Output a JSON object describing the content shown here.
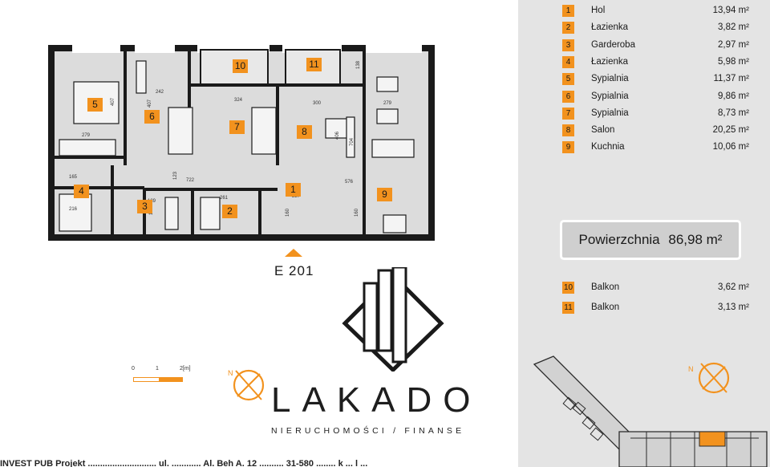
{
  "rooms": [
    {
      "num": "1",
      "name": "Hol",
      "area": "13,94 m²"
    },
    {
      "num": "2",
      "name": "Łazienka",
      "area": "3,82 m²"
    },
    {
      "num": "3",
      "name": "Garderoba",
      "area": "2,97 m²"
    },
    {
      "num": "4",
      "name": "Łazienka",
      "area": "5,98 m²"
    },
    {
      "num": "5",
      "name": "Sypialnia",
      "area": "11,37 m²"
    },
    {
      "num": "6",
      "name": "Sypialnia",
      "area": "9,86 m²"
    },
    {
      "num": "7",
      "name": "Sypialnia",
      "area": "8,73 m²"
    },
    {
      "num": "8",
      "name": "Salon",
      "area": "20,25 m²"
    },
    {
      "num": "9",
      "name": "Kuchnia",
      "area": "10,06 m²"
    }
  ],
  "total": {
    "label": "Powierzchnia",
    "value": "86,98 m²"
  },
  "balconies": [
    {
      "num": "10",
      "name": "Balkon",
      "area": "3,62 m²"
    },
    {
      "num": "11",
      "name": "Balkon",
      "area": "3,13 m²"
    }
  ],
  "unit_code": "E 201",
  "scale": {
    "labels": [
      "0",
      "1",
      "2[m]"
    ]
  },
  "logo": {
    "word": "LAKADO",
    "subtitle": "NIERUCHOMOŚCI / FINANSE"
  },
  "plan": {
    "dimensions": [
      "407",
      "242",
      "324",
      "300",
      "279",
      "138",
      "407",
      "406",
      "704",
      "279",
      "722",
      "123",
      "576",
      "227",
      "261",
      "189",
      "146",
      "165",
      "216",
      "160",
      "160"
    ]
  },
  "footer_text": "INVEST PUB Projekt ............................ ul. ............ Al. Beh A. 12 .......... 31-580 ........ k ... l ...",
  "colors": {
    "accent": "#f2921e",
    "panel": "#e4e4e4",
    "wall": "#1a1a1a"
  }
}
